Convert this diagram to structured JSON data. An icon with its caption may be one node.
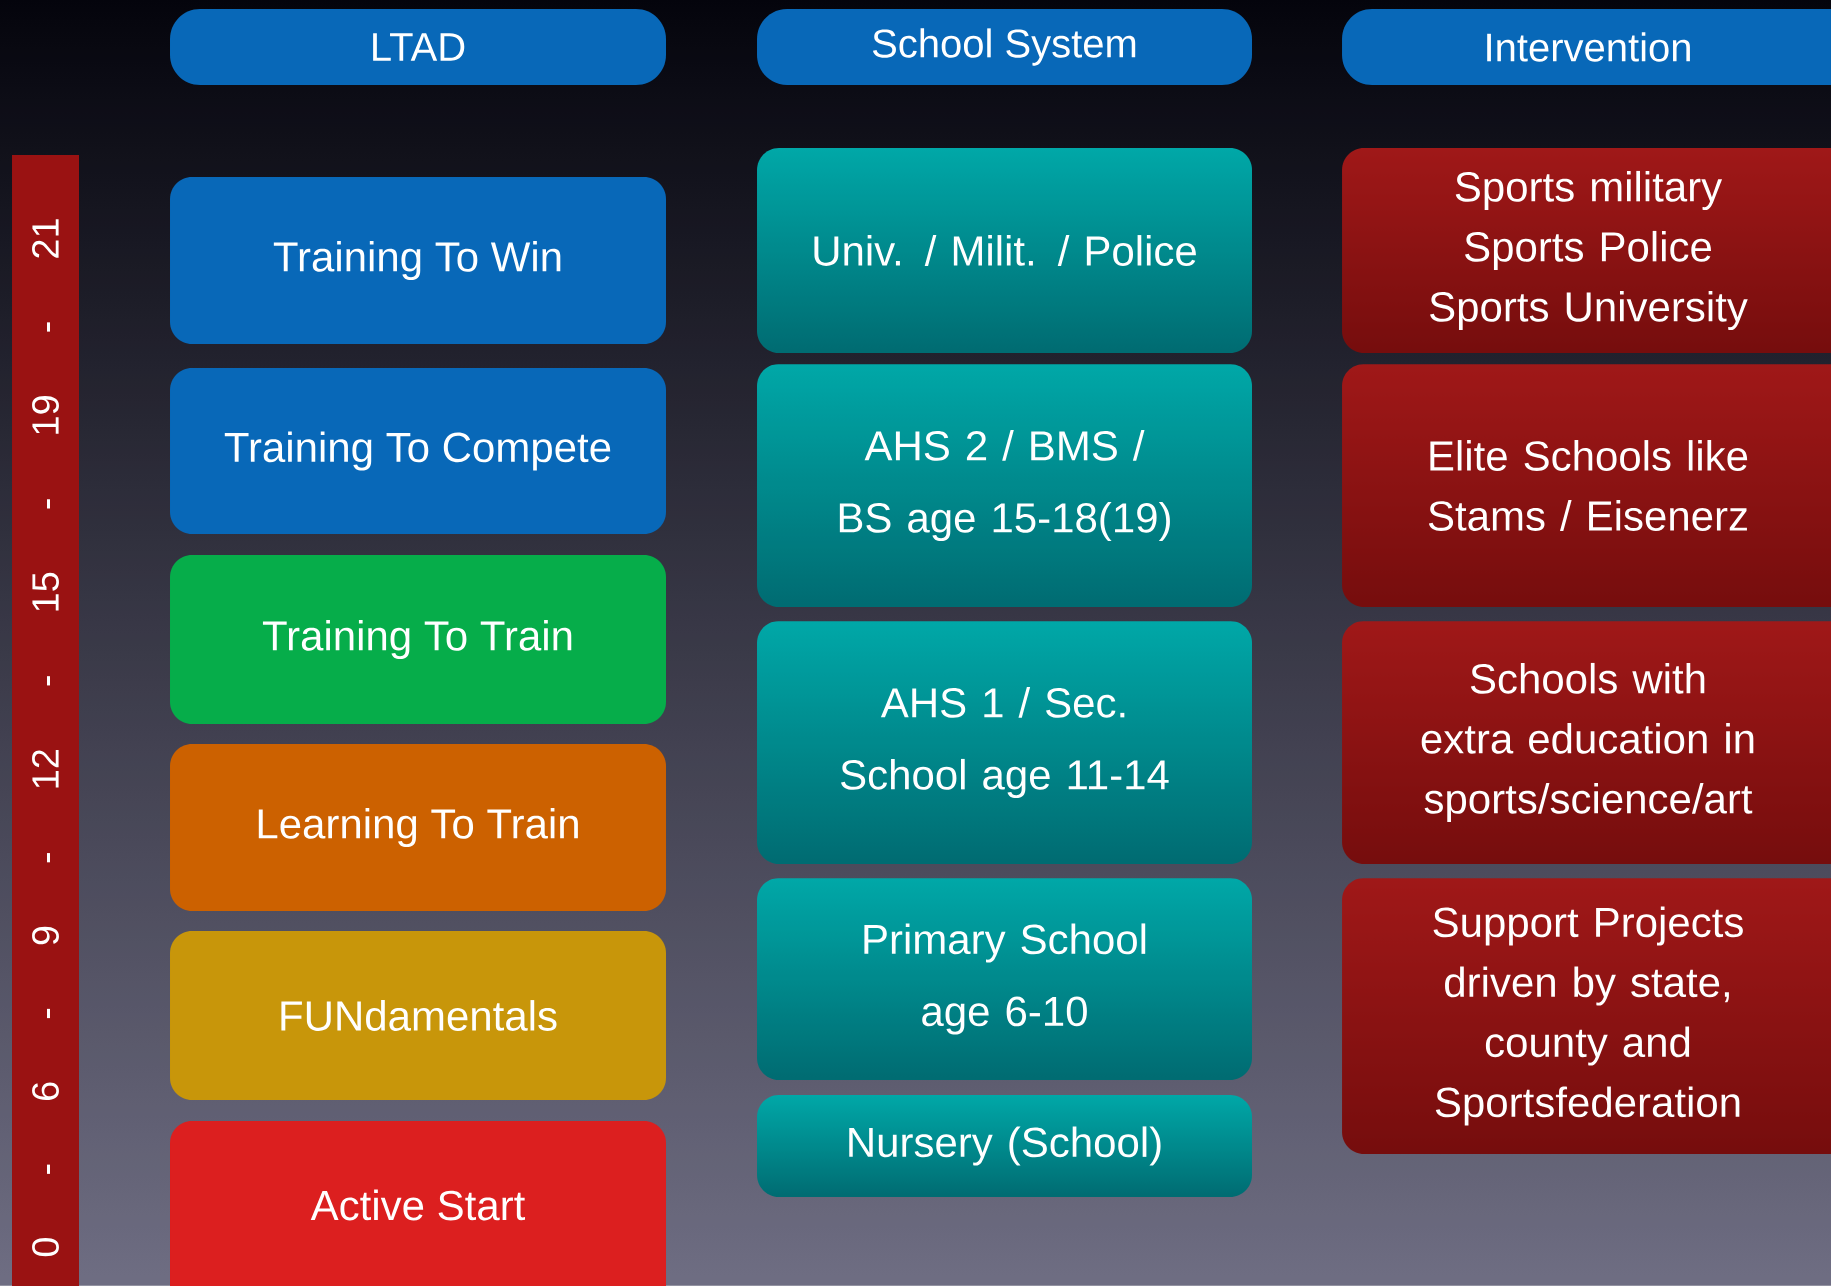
{
  "diagram": {
    "nodes": [
      {
        "text": [
          "LTAD"
        ]
      },
      {
        "text": [
          "School System"
        ]
      },
      {
        "text": [
          "Intervention"
        ]
      },
      {
        "text": [
          "0 - 6 - 9 - 12 - 15 - 19 - 21"
        ]
      },
      {
        "text": [
          "Training To Win"
        ]
      },
      {
        "text": [
          "Training To Compete"
        ]
      },
      {
        "text": [
          "Training To Train"
        ]
      },
      {
        "text": [
          "Learning To Train"
        ]
      },
      {
        "text": [
          "FUNdamentals"
        ]
      },
      {
        "text": [
          "Active Start"
        ]
      },
      {
        "text": [
          "Univ. / Milit. / Police"
        ]
      },
      {
        "text": [
          "AHS 2 / BMS / BS age 15-18(19)"
        ]
      },
      {
        "text": [
          "AHS 1 / Sec. School age 11-14"
        ]
      },
      {
        "text": [
          "Primary School age 6-10"
        ]
      },
      {
        "text": [
          "Nursery (School)"
        ]
      },
      {
        "text": [
          "Sports military Sports Police Sports University"
        ]
      },
      {
        "text": [
          "Elite Schools like Stams / Eisenerz"
        ]
      },
      {
        "text": [
          "Schools with extra education in sports/science/art"
        ]
      },
      {
        "text": [
          "Support Projects driven by state, county and Sportsfederation"
        ]
      }
    ]
  }
}
